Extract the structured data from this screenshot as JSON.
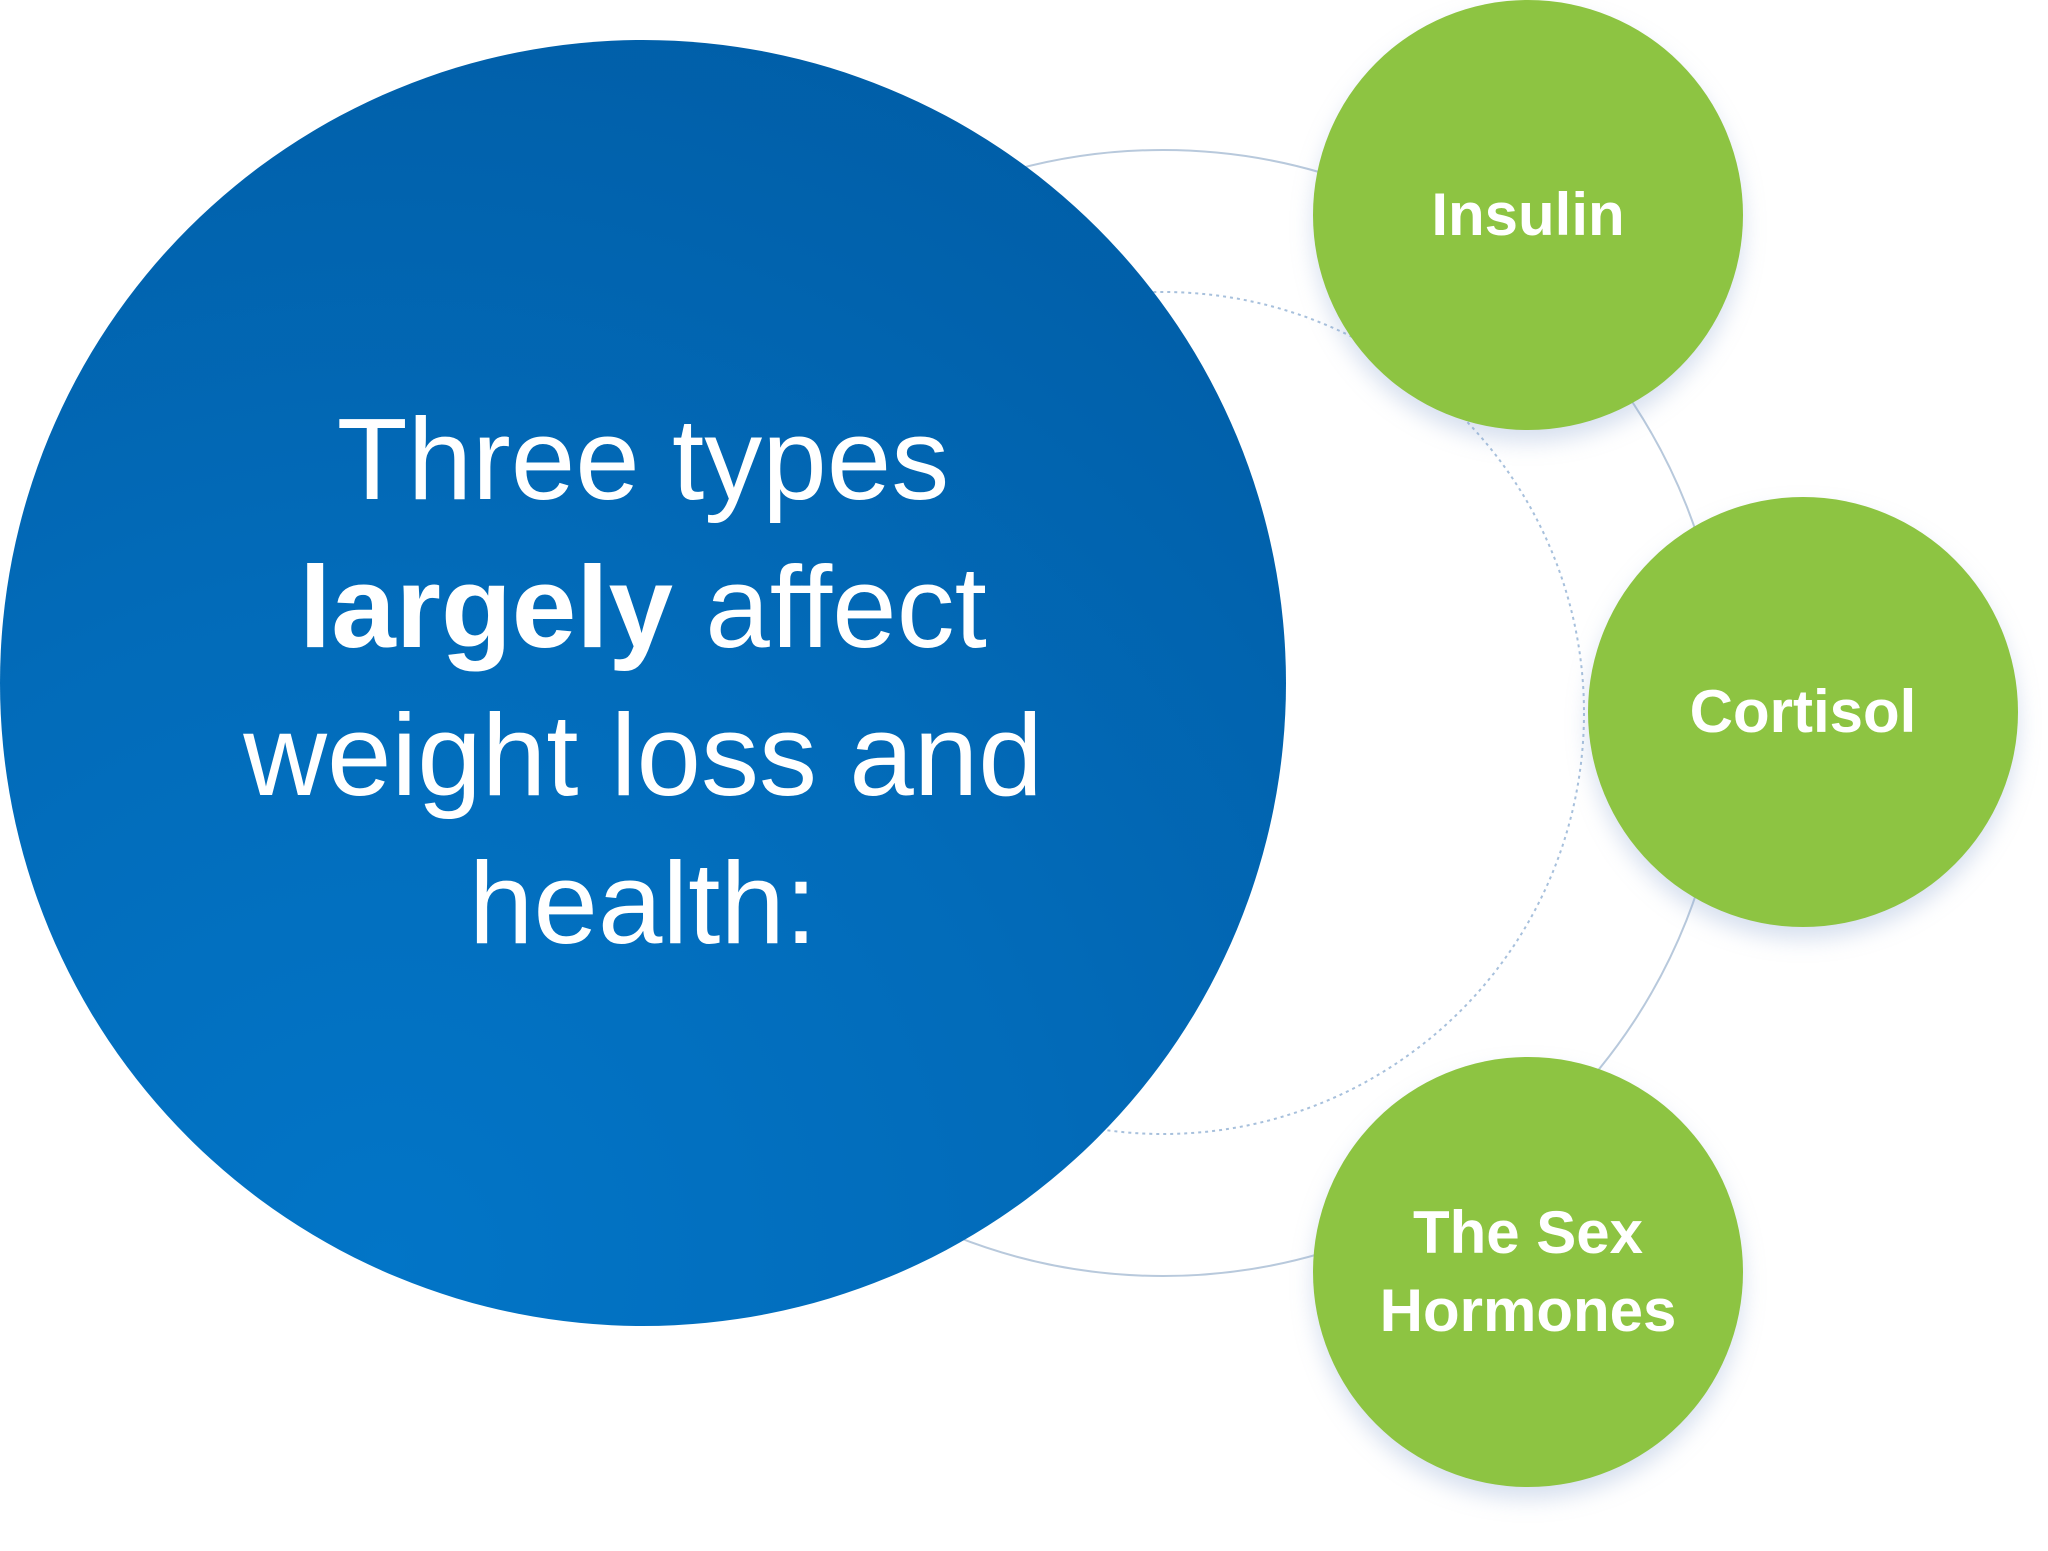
{
  "main": {
    "line1": "Three types",
    "bold_word": "largely",
    "line2_rest": " affect",
    "line3": "weight loss and",
    "line4": "health:"
  },
  "topics": [
    {
      "label": "Insulin"
    },
    {
      "label": "Cortisol"
    },
    {
      "label": "The Sex Hormones"
    }
  ],
  "colors": {
    "main_circle": "#0269b6",
    "topic_circle": "#8dc442",
    "text": "#ffffff",
    "ring": "#b8c9dc"
  }
}
